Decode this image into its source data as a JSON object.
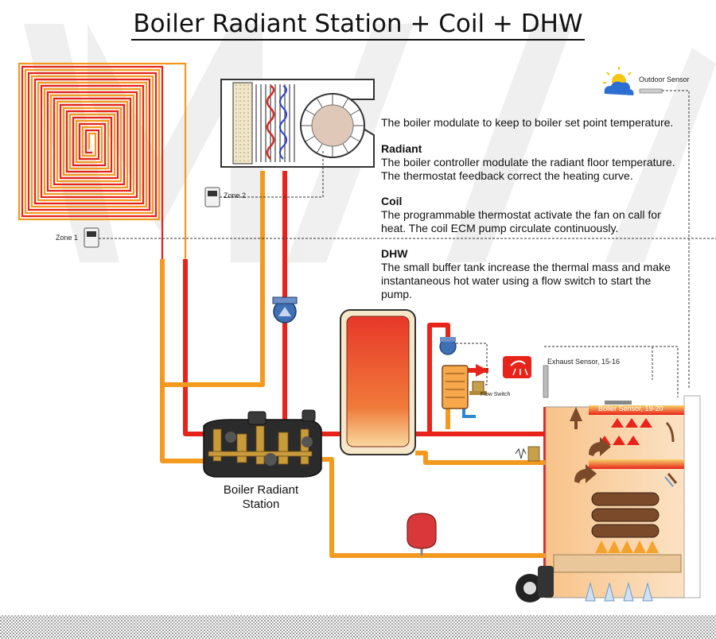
{
  "title": "Boiler Radiant Station + Coil + DHW",
  "labels": {
    "outdoor_sensor": "Outdoor Sensor",
    "zone_1": "Zone 1",
    "zone_2": "Zone 2",
    "exhaust_sensor": "Exhaust Sensor, 15-16",
    "boiler_sensor": "Boiler Sensor, 19-20",
    "flow_switch": "Flow Switch",
    "boiler_radiant_station_line1": "Boiler Radiant",
    "boiler_radiant_station_line2": "Station"
  },
  "description": {
    "intro": "The boiler modulate to keep to boiler set point temperature.",
    "radiant": {
      "heading": "Radiant",
      "line1": "The boiler controller modulate the radiant floor temperature.",
      "line2": "The thermostat feedback correct the heating curve."
    },
    "coil": {
      "heading": "Coil",
      "line1": "The programmable thermostat activate the fan on call for",
      "line2": "heat. The coil ECM pump circulate continuously."
    },
    "dhw": {
      "heading": "DHW",
      "line1": "The small buffer tank increase the thermal mass and make",
      "line2": "instantaneous hot water using a flow switch to start the",
      "line3": "pump."
    }
  },
  "colors": {
    "supply_pipe": "#e8231a",
    "return_pipe": "#f39a1e",
    "cold_pipe": "#2e86d1",
    "tank": "#e8382a",
    "expansion_tank": "#d9383a",
    "station_body": "#2b2b2b",
    "valve": "#3f6fb5"
  }
}
